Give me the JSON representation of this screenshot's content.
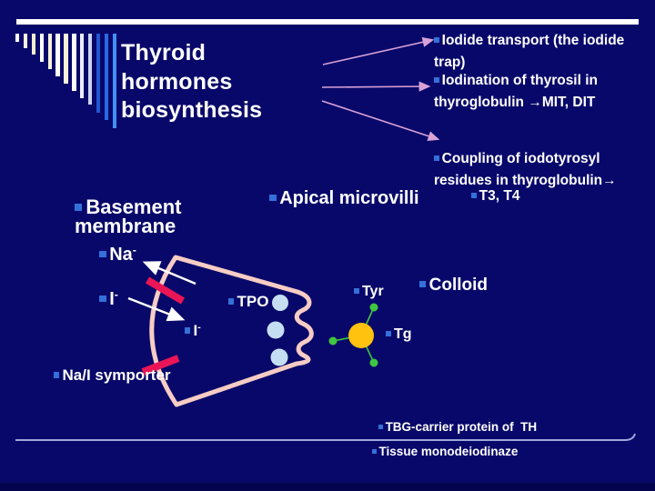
{
  "colors": {
    "background": "#08086A",
    "bottom_edge": "#04044E",
    "text": "#FFFFFF",
    "bullet": "#3470D8",
    "title_bar": "#FFFFFF",
    "connector_arrow": "#D8A2D8",
    "diagram_arrow": "#FFFFFF",
    "membrane": "#F6CCC4",
    "channel_bar": "#EA1556",
    "vesicle": "#C5DEF2",
    "tg_body": "#FFC20E",
    "iodine_dot": "#3FC73F",
    "footer_line": "#9FA8DB"
  },
  "logo": {
    "bar_heights": [
      9,
      16,
      23,
      31,
      39,
      47,
      55,
      63,
      71,
      78,
      87,
      95,
      104
    ],
    "bar_colors": [
      "#FFFFFF",
      "#F7F2D8",
      "#F3EECD",
      "#FFFFFF",
      "#F7F2D8",
      "#FFFFFF",
      "#F7F2D8",
      "#FFFFFF",
      "#ECEDF8",
      "#CCD4EF",
      "#2356CF",
      "#2A6AE2",
      "#418FF4"
    ]
  },
  "title": {
    "lines": [
      "Thyroid",
      "hormones",
      "biosynthesis"
    ]
  },
  "steps": {
    "iodide_transport": "Iodide transport (the iodide trap)",
    "iodination": "Iodination of thyrosil in thyroglobulin →MIT, DIT",
    "coupling": "Coupling of iodotyrosyl residues in thyroglobulin→",
    "result": "T3, T4"
  },
  "diagram": {
    "basement_membrane": "Basement membrane",
    "apical_microvilli": "Apical microvilli",
    "sodium": {
      "base": "Na",
      "sup": "-"
    },
    "iodide_outside": {
      "base": "I",
      "sup": "-"
    },
    "iodide_inside": {
      "base": "I",
      "sup": "-"
    },
    "tpo": "TPO",
    "symporter": "Na/I symporter",
    "tyr": "Tyr",
    "tg": "Tg",
    "colloid": "Colloid",
    "tbg": "TBG-carrier protein of  TH",
    "tissue": "Tissue monodeiodinaze"
  }
}
